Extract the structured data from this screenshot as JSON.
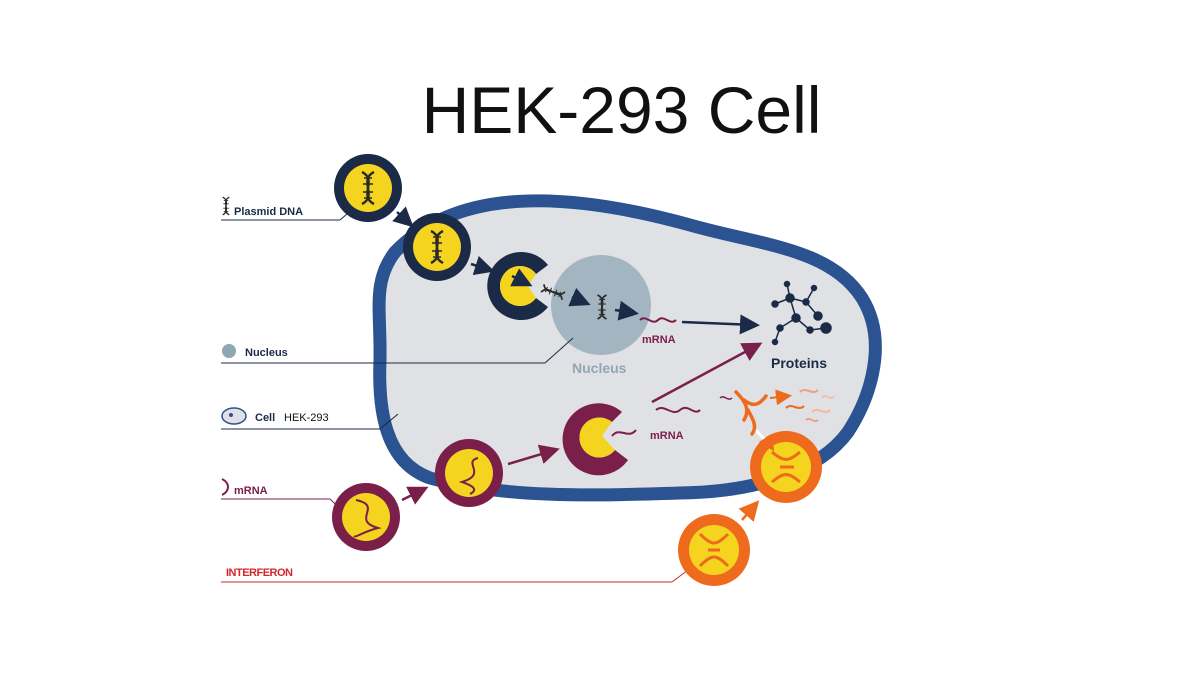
{
  "title": "HEK-293 Cell",
  "legend": {
    "plasmid_dna": "Plasmid DNA",
    "nucleus": "Nucleus",
    "cell": "Cell",
    "cell_type": "HEK-293",
    "mrna": "mRNA",
    "interferon": "INTERFERON"
  },
  "diagram": {
    "nucleus_label": "Nucleus",
    "mrna_label_upper": "mRNA",
    "mrna_label_lower": "mRNA",
    "proteins_label": "Proteins"
  },
  "colors": {
    "membrane": "#2c5391",
    "cytoplasm": "#dfe1e4",
    "nucleus": "#8fa6b5",
    "navy": "#1b2a46",
    "yellow": "#f5d41f",
    "maroon": "#7a1f4a",
    "orange": "#ee6a1c",
    "red_line": "#d4262a"
  },
  "icons": [
    "dna-helix-icon",
    "nucleus-dot-icon",
    "cell-icon",
    "mrna-strand-icon",
    "protein-network-icon"
  ]
}
